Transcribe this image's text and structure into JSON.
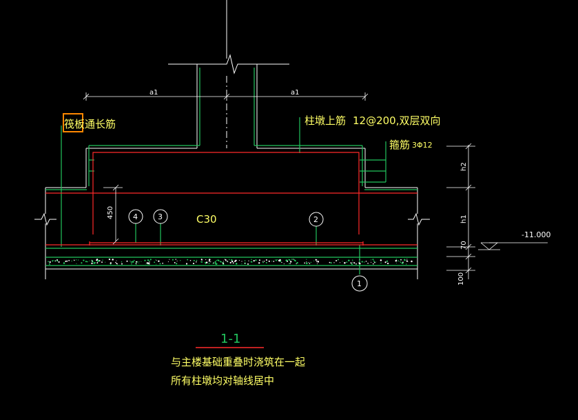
{
  "colors": {
    "background": "#000000",
    "white": "#ffffff",
    "green": "#22c55e",
    "red": "#ff2a2a",
    "yellow": "#ffff66",
    "orange": "#ff8800"
  },
  "labels": {
    "raft_long_bar": "筏板通长筋",
    "pier_top_bar": "柱墩上筋",
    "pier_top_bar_spec": "12@200,双层双向",
    "stirrup": "箍筋",
    "stirrup_spec": "3Φ12",
    "concrete_grade": "C30",
    "dim_a1_left": "a1",
    "dim_a1_right": "a1",
    "dim_450": "450",
    "dim_h2": "h2",
    "dim_h1": "h1",
    "dim_70": "70",
    "dim_100": "100",
    "elevation": "-11.000"
  },
  "callouts": {
    "c1": "1",
    "c2": "2",
    "c3": "3",
    "c4": "4"
  },
  "section": {
    "title": "1-1",
    "note_line1": "与主楼基础重叠时浇筑在一起",
    "note_line2": "所有柱墩均对轴线居中"
  }
}
